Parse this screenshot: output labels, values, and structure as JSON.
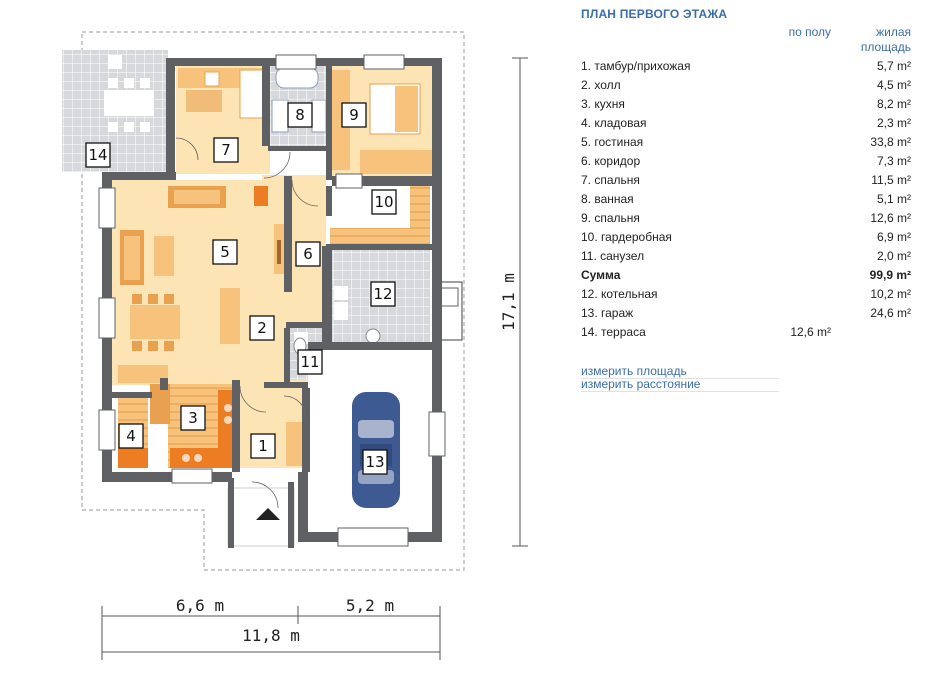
{
  "plan": {
    "rooms": [
      {
        "num": "1"
      },
      {
        "num": "2"
      },
      {
        "num": "3"
      },
      {
        "num": "4"
      },
      {
        "num": "5"
      },
      {
        "num": "6"
      },
      {
        "num": "7"
      },
      {
        "num": "8"
      },
      {
        "num": "9"
      },
      {
        "num": "10"
      },
      {
        "num": "11"
      },
      {
        "num": "12"
      },
      {
        "num": "13"
      },
      {
        "num": "14"
      }
    ],
    "dims": {
      "left_width": "6,6 m",
      "right_width": "5,2 m",
      "total_width": "11,8 m",
      "depth": "17,1 m"
    },
    "colors": {
      "wall": "#5f6063",
      "living": "#fde4b4",
      "floor_warm": "#f7c27b",
      "furniture": "#e9a14f",
      "orange": "#ed7d22",
      "tile": "#d7d8db",
      "car": "#3e5a92"
    }
  },
  "panel": {
    "title": "ПЛАН ПЕРВОГО ЭТАЖА",
    "col_floor": "по полу",
    "col_living": "жилая площадь",
    "rows": [
      {
        "name": "1. тамбур/прихожая",
        "floor": "",
        "living": "5,7 m²"
      },
      {
        "name": "2. холл",
        "floor": "",
        "living": "4,5 m²"
      },
      {
        "name": "3. кухня",
        "floor": "",
        "living": "8,2 m²"
      },
      {
        "name": "4. кладовая",
        "floor": "",
        "living": "2,3 m²"
      },
      {
        "name": "5. гостиная",
        "floor": "",
        "living": "33,8 m²"
      },
      {
        "name": "6. коридор",
        "floor": "",
        "living": "7,3 m²"
      },
      {
        "name": "7. спальня",
        "floor": "",
        "living": "11,5 m²"
      },
      {
        "name": "8. ванная",
        "floor": "",
        "living": "5,1 m²"
      },
      {
        "name": "9. спальня",
        "floor": "",
        "living": "12,6 m²"
      },
      {
        "name": "10. гардеробная",
        "floor": "",
        "living": "6,9 m²"
      },
      {
        "name": "11. санузел",
        "floor": "",
        "living": "2,0 m²"
      },
      {
        "name": "Сумма",
        "floor": "",
        "living": "99,9 m²"
      },
      {
        "name": "12. котельная",
        "floor": "",
        "living": "10,2 m²"
      },
      {
        "name": "13. гараж",
        "floor": "",
        "living": "24,6 m²"
      },
      {
        "name": "14. терраса",
        "floor": "12,6 m²",
        "living": ""
      }
    ],
    "links": {
      "measure_area": "измерить площадь",
      "measure_distance": "измерить расстояние"
    }
  }
}
